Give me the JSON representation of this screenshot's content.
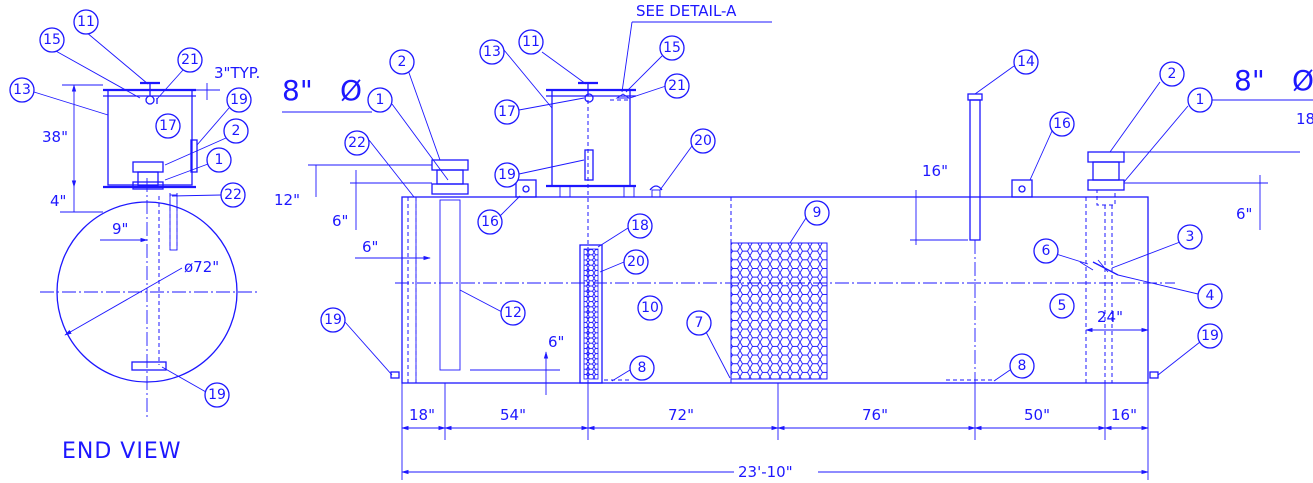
{
  "drawing": {
    "end_view_label": "END VIEW",
    "see_detail": "SEE DETAIL-A",
    "three_typ": "3\"TYP.",
    "pipe_size_left": "8\"",
    "pipe_size_right": "8\"",
    "phi_symbol": "Ø",
    "diameter_label": "ø72\"",
    "dims": {
      "d38": "38\"",
      "d4": "4\"",
      "d9": "9\"",
      "d12": "12\"",
      "d6a": "6\"",
      "d6b": "6\"",
      "d6c": "6\"",
      "d16a": "16\"",
      "d6d": "6\"",
      "d24": "24\"",
      "d18": "18\"",
      "d54": "54\"",
      "d72": "72\"",
      "d76": "76\"",
      "d50": "50\"",
      "d16b": "16\"",
      "total": "23'-10\"",
      "d18_cut": "18"
    },
    "bubbles": {
      "b1_ev": "1",
      "b2_ev": "2",
      "b11_ev": "11",
      "b13_ev": "13",
      "b15_ev": "15",
      "b17_ev": "17",
      "b19_ev_top": "19",
      "b19_ev_bot": "19",
      "b21_ev": "21",
      "b22_ev": "22",
      "b2_l": "2",
      "b1_l": "1",
      "b22_l": "22",
      "b16_l": "16",
      "b19_l": "19",
      "b12": "12",
      "b13_m": "13",
      "b11_m": "11",
      "b15_m": "15",
      "b17_m": "17",
      "b21_m": "21",
      "b19_m": "19",
      "b20_top": "20",
      "b18": "18",
      "b20_mid": "20",
      "b10": "10",
      "b8_l": "8",
      "b7": "7",
      "b9": "9",
      "b14": "14",
      "b16_r": "16",
      "b8_r": "8",
      "b2_r": "2",
      "b1_r": "1",
      "b3": "3",
      "b6": "6",
      "b4": "4",
      "b5": "5",
      "b19_r": "19"
    }
  }
}
